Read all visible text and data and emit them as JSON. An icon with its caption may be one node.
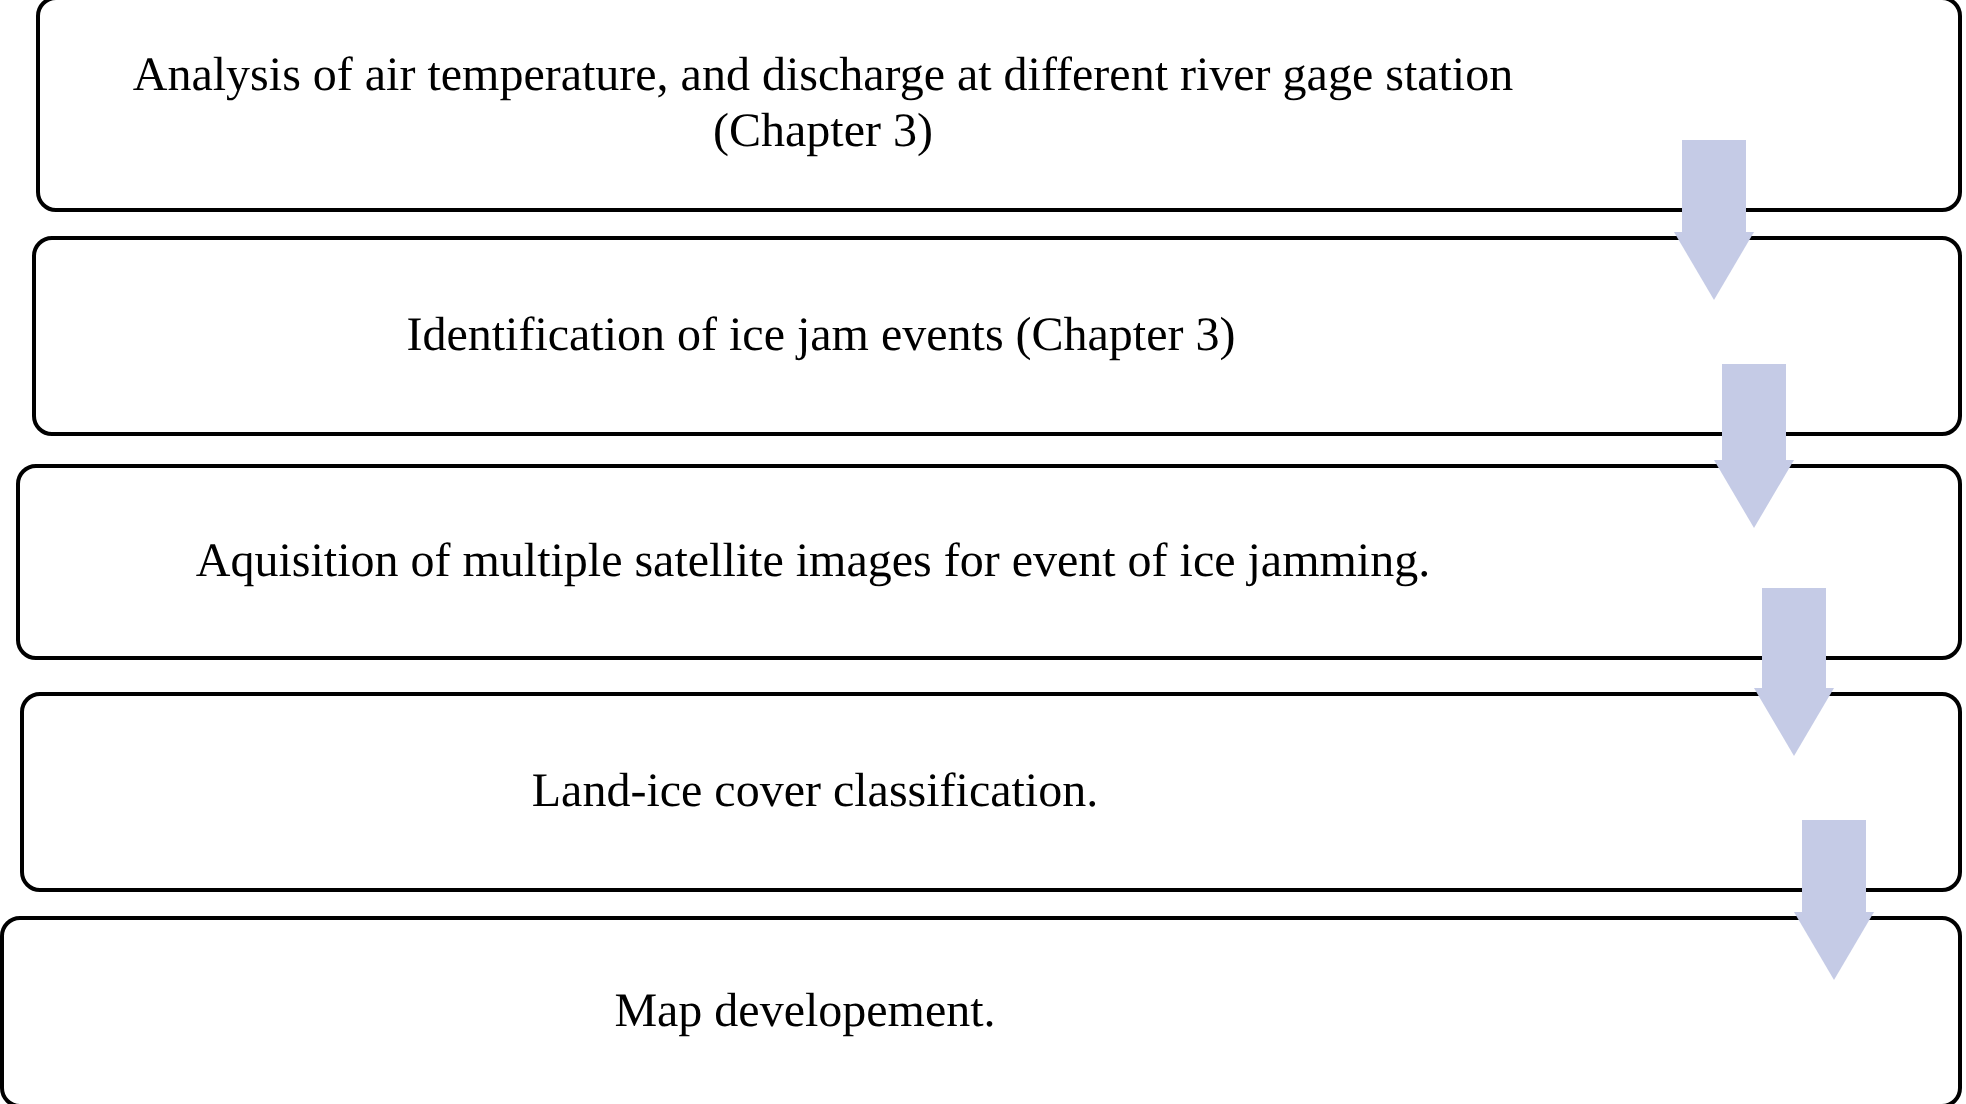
{
  "diagram": {
    "nodes": [
      {
        "text": [
          "Analysis of air temperature, and discharge at different river gage station (Chapter 3)"
        ]
      },
      {
        "text": [
          "Identification of ice jam events (Chapter 3)"
        ]
      },
      {
        "text": [
          "Aquisition of multiple satellite images for event of ice jamming."
        ]
      },
      {
        "text": [
          "Land-ice cover classification."
        ]
      },
      {
        "text": [
          "Map developement."
        ]
      }
    ],
    "edges": [
      {
        "from": 0,
        "to": 1,
        "arrow": "to"
      },
      {
        "from": 1,
        "to": 2,
        "arrow": "to"
      },
      {
        "from": 2,
        "to": 3,
        "arrow": "to"
      },
      {
        "from": 3,
        "to": 4,
        "arrow": "to"
      }
    ]
  }
}
